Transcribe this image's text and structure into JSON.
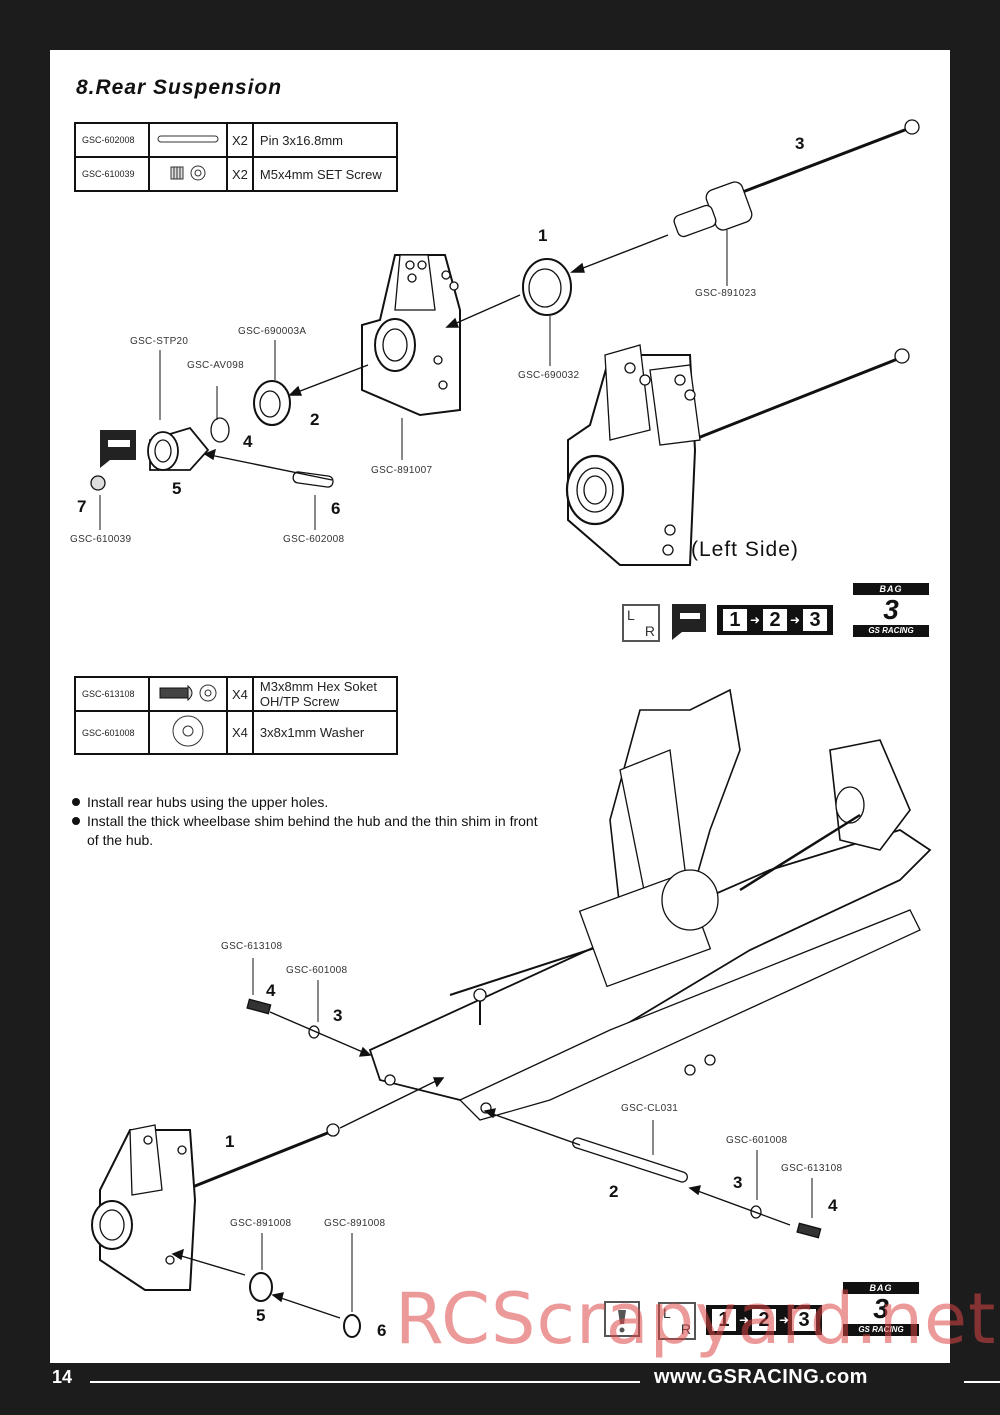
{
  "title": "8.Rear Suspension",
  "table1": [
    {
      "code": "GSC-602008",
      "qty": "X2",
      "desc": "Pin 3x16.8mm"
    },
    {
      "code": "GSC-610039",
      "qty": "X2",
      "desc": "M5x4mm SET Screw"
    }
  ],
  "table2": [
    {
      "code": "GSC-613108",
      "qty": "X4",
      "desc": "M3x8mm Hex Soket OH/TP Screw"
    },
    {
      "code": "GSC-601008",
      "qty": "X4",
      "desc": "3x8x1mm Washer"
    }
  ],
  "diagram1": {
    "labels": {
      "driveshaft": "GSC-891023",
      "bearing_big": "GSC-690032",
      "bearing": "GSC-690003A",
      "spacer": "GSC-AV098",
      "nut": "GSC-STP20",
      "hub": "GSC-891007",
      "pin": "GSC-602008",
      "setscrew": "GSC-610039"
    },
    "steps": {
      "s1": "1",
      "s2": "2",
      "s3": "3",
      "s4": "4",
      "s5": "5",
      "s6": "6",
      "s7": "7"
    },
    "side_label": "(Left Side)"
  },
  "notes": [
    "Install rear hubs using the upper holes.",
    "Install the thick wheelbase shim behind the hub and the thin shim in front of the hub."
  ],
  "diagram2": {
    "labels": {
      "screw_left": "GSC-613108",
      "washer_left": "GSC-601008",
      "pin": "GSC-CL031",
      "washer_right": "GSC-601008",
      "screw_right": "GSC-613108",
      "shim_thick": "GSC-891008",
      "shim_thin": "GSC-891008"
    },
    "steps": {
      "s4a": "4",
      "s3a": "3",
      "s1": "1",
      "s2": "2",
      "s3b": "3",
      "s4b": "4",
      "s5": "5",
      "s6": "6"
    }
  },
  "sequence": [
    "1",
    "2",
    "3"
  ],
  "lr": {
    "l": "L",
    "r": "R"
  },
  "bag": {
    "top": "BAG",
    "number": "3",
    "brand": "GS RACING"
  },
  "footer": {
    "page": "14",
    "url": "www.GSRACING.com"
  },
  "watermark": "RCScrapyard.net"
}
